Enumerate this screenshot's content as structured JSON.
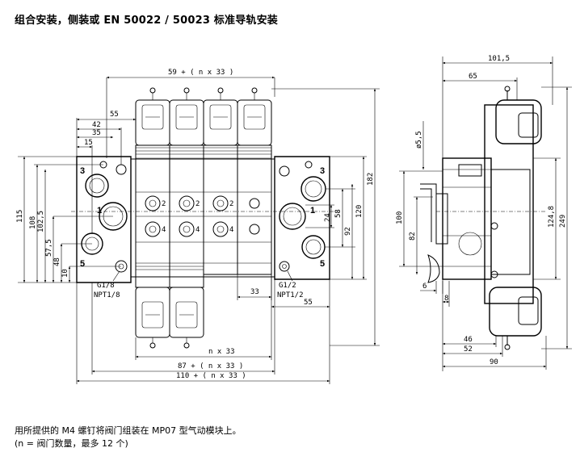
{
  "title": "组合安装，侧装或 EN 50022 / 50023 标准导轨安装",
  "footnote": {
    "line1": "用所提供的 M4 螺钉将阀门组装在 MP07 型气动模块上。",
    "line2": "(n = 阀门数量，最多 12 个)"
  },
  "front_view": {
    "dims": {
      "top_width": "59 + ( n x 33 )",
      "d55_top": "55",
      "d42": "42",
      "d35": "35",
      "d15": "15",
      "h115": "115",
      "h108": "108",
      "h102_5": "102,5",
      "h57_5": "57,5",
      "h48": "48",
      "h10": "10",
      "h182": "182",
      "h120": "120",
      "h92": "92",
      "h58": "58",
      "h24": "24",
      "d33": "33",
      "d55_bottom": "55",
      "nx33": "n x 33",
      "w87": "87 + ( n x 33 )",
      "w110": "110 + ( n x 33 )"
    },
    "ports": {
      "left_3": "3",
      "left_1": "1",
      "left_5": "5",
      "right_3": "3",
      "right_1": "1",
      "right_5": "5",
      "left_thread": "G1/8",
      "left_npt": "NPT1/8",
      "right_thread": "G1/2",
      "right_npt": "NPT1/2"
    },
    "valve_ports": [
      "2",
      "4",
      "2",
      "4",
      "2",
      "4"
    ]
  },
  "side_view": {
    "dims": {
      "w101_5": "101,5",
      "w65": "65",
      "d5_5": "ø5,5",
      "h100": "100",
      "h82": "82",
      "h124_8": "124,8",
      "h249": "249",
      "d6": "6",
      "d8": "8",
      "d46": "46",
      "d52": "52",
      "d90": "90"
    }
  }
}
